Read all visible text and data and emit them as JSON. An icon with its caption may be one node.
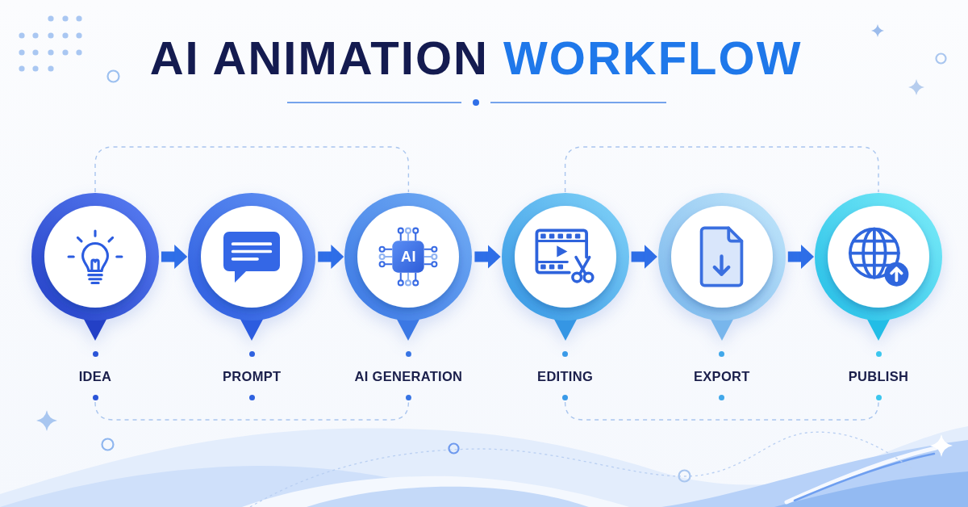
{
  "diagram": {
    "title": "AI ANIMATION WORKFLOW",
    "nodes": [
      {
        "text": [
          "IDEA"
        ]
      },
      {
        "text": [
          "PROMPT"
        ]
      },
      {
        "text": [
          "AI",
          "AI GENERATION"
        ]
      },
      {
        "text": [
          "EDITING"
        ]
      },
      {
        "text": [
          "EXPORT"
        ]
      },
      {
        "text": [
          "PUBLISH"
        ]
      }
    ],
    "edges": [
      {
        "from": 0,
        "to": 1,
        "arrow": "to"
      },
      {
        "from": 1,
        "to": 2,
        "arrow": "to"
      },
      {
        "from": 2,
        "to": 3,
        "arrow": "to"
      },
      {
        "from": 3,
        "to": 4,
        "arrow": "to"
      },
      {
        "from": 4,
        "to": 5,
        "arrow": "to"
      },
      {
        "from": 0,
        "to": 2,
        "arrow": "none",
        "style": "dashed",
        "color": "#a9c5ee"
      },
      {
        "from": 0,
        "to": 2,
        "arrow": "none",
        "style": "dashed",
        "color": "#a9c5ee"
      },
      {
        "from": 3,
        "to": 5,
        "arrow": "none",
        "style": "dashed",
        "color": "#a9c5ee"
      },
      {
        "from": 3,
        "to": 5,
        "arrow": "none",
        "style": "dashed",
        "color": "#a9c5ee"
      }
    ]
  }
}
